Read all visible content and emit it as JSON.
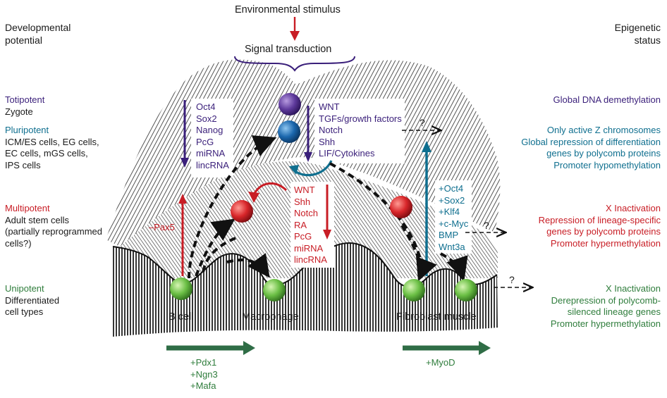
{
  "top": {
    "stimulus": "Environmental stimulus",
    "signal": "Signal transduction"
  },
  "left_header": [
    "Developmental",
    "potential"
  ],
  "right_header": [
    "Epigenetic",
    "status"
  ],
  "left_levels": {
    "totipotent": {
      "title": "Totipotent",
      "items": [
        "Zygote"
      ]
    },
    "pluripotent": {
      "title": "Pluripotent",
      "items": [
        "ICM/ES cells, EG cells,",
        "EC cells, mGS cells,",
        "IPS cells"
      ]
    },
    "multipotent": {
      "title": "Multipotent",
      "items": [
        "Adult stem cells",
        "(partially reprogrammed",
        "cells?)"
      ]
    },
    "unipotent": {
      "title": "Unipotent",
      "items": [
        "Differentiated",
        "cell types"
      ]
    }
  },
  "right_status": {
    "totipotent": [
      "Global DNA demethylation"
    ],
    "pluripotent": [
      "Only active Z chromosomes",
      "Global repression of differentiation",
      "genes by polycomb proteins",
      "Promoter hypomethylation"
    ],
    "multipotent": [
      "X Inactivation",
      "Repression of lineage-specific",
      "genes by polycomb proteins",
      "Promoter hypermethylation"
    ],
    "unipotent": [
      "X Inactivation",
      "Derepression of polycomb-",
      "silenced lineage genes",
      "Promoter hypermethylation"
    ]
  },
  "factor_lists": {
    "pluripotency": [
      "Oct4",
      "Sox2",
      "Nanog",
      "PcG",
      "miRNA",
      "lincRNA"
    ],
    "signals_top": [
      "WNT",
      "TGFs/growth factors",
      "Notch",
      "Shh",
      "LIF/Cytokines"
    ],
    "signals_mid": [
      "WNT",
      "Shh",
      "Notch",
      "RA",
      "PcG",
      "miRNA",
      "lincRNA"
    ],
    "reprogramming": [
      "+Oct4",
      "+Sox2",
      "+Klf4",
      "+c-Myc",
      "BMP",
      "Wnt3a"
    ],
    "pax5": "–Pax5",
    "transdiff_left": [
      "+Pdx1",
      "+Ngn3",
      "+Mafa"
    ],
    "transdiff_right": [
      "+MyoD"
    ]
  },
  "cell_labels": {
    "bcell": "B cell",
    "macrophage": "Macrophage",
    "fibroblast_muscle": "Fibroblast muscle"
  },
  "question_marks": [
    "?",
    "?",
    "?"
  ],
  "colors": {
    "purple": "#3a1f7a",
    "blue": "#0f6f8f",
    "red": "#c81d25",
    "green": "#2f7d3c",
    "ball_purple": "#5e3a9c",
    "ball_blue": "#1b67ad",
    "ball_red": "#d8262a",
    "ball_green": "#6bbf45"
  }
}
